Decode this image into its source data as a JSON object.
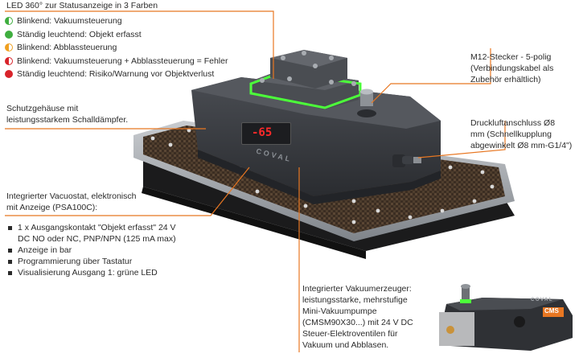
{
  "led_heading": "LED 360° zur Statusanzeige in 3 Farben",
  "led_states": [
    {
      "label": "Blinkend: Vakuumsteuerung",
      "indicator": "half-green"
    },
    {
      "label": "Ständig leuchtend: Objekt erfasst",
      "indicator": "full-green"
    },
    {
      "label": "Blinkend: Abblassteuerung",
      "indicator": "half-orange"
    },
    {
      "label": "Blinkend: Vakuumsteuerung + Abblassteuerung = Fehler",
      "indicator": "half-red"
    },
    {
      "label": "Ständig leuchtend: Risiko/Warnung vor Objektverlust",
      "indicator": "full-red"
    }
  ],
  "housing": {
    "line1": "Schutzgehäuse mit",
    "line2": "leistungsstarkem Schalldämpfer."
  },
  "vacuostat": {
    "line1": "Integrierter Vacuostat, elektronisch",
    "line2": "mit Anzeige (PSA100C):",
    "bullets": [
      "1 x Ausgangskontakt \"Objekt erfasst\" 24 V",
      "DC NO oder NC, PNP/NPN (125 mA max)",
      "Anzeige in bar",
      "Programmierung über Tastatur",
      "Visualisierung Ausgang 1: grüne LED"
    ]
  },
  "m12": {
    "line1": "M12-Stecker - 5-polig",
    "line2": "(Verbindungskabel als",
    "line3": "Zubehör erhältlich)"
  },
  "air": {
    "line1": "Druckluftanschluss Ø8",
    "line2": "mm (Schnellkupplung",
    "line3": "abgewinkelt Ø8 mm-G1/4\")"
  },
  "generator": {
    "line1": "Integrierter Vakuumerzeuger:",
    "line2": "leistungsstarke, mehrstufige",
    "line3": "Mini-Vakuumpumpe",
    "line4": "(CMSM90X30...) mit 24 V DC",
    "line5": "Steuer-Elektroventilen für",
    "line6": "Vakuum und Abblasen."
  },
  "display_value": "-65",
  "brand": "COVAL",
  "module_badge": "CMS",
  "colors": {
    "accent": "#e87722",
    "led_green": "#4cff3a",
    "housing": "#3a3d42",
    "display_red": "#ff2a2a"
  }
}
